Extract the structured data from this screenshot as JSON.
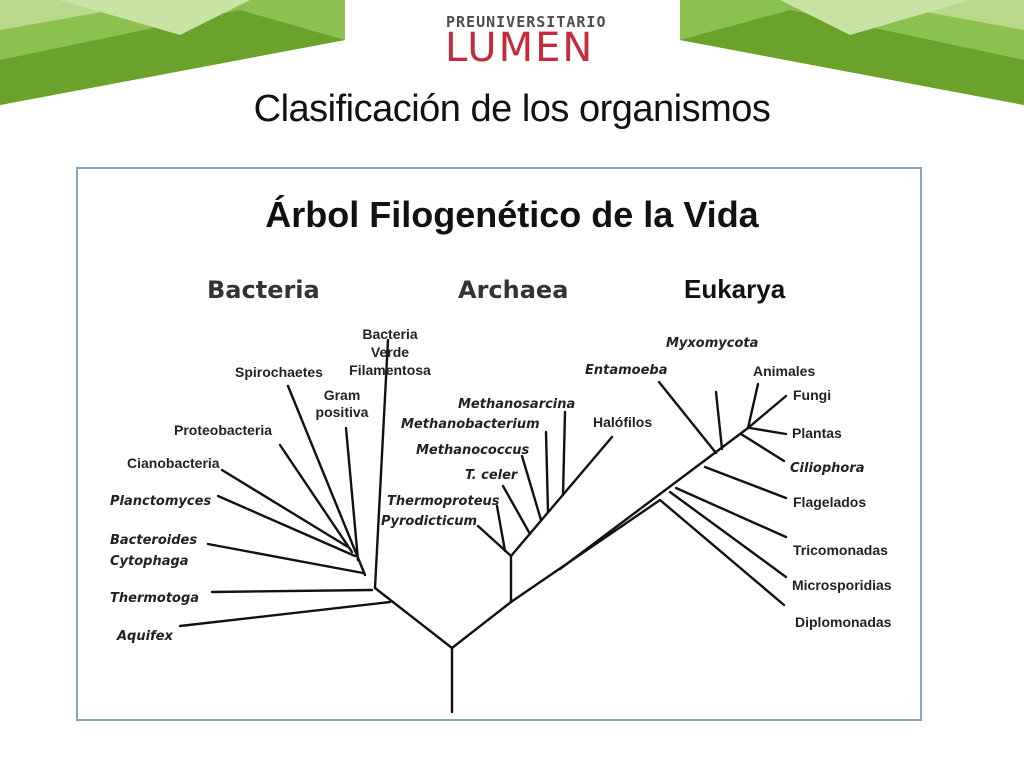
{
  "header": {
    "logo_small": "PREUNIVERSITARIO",
    "logo_main": "LUMEN",
    "slide_title": "Clasificación de los organismos"
  },
  "colors": {
    "green_dark": "#6aa22b",
    "green_light": "#b8d98a",
    "logo_red": "#c52b3a",
    "frame_border": "#8aa4be"
  },
  "diagram": {
    "title": "Árbol Filogenético de la Vida",
    "domains": [
      "Bacteria",
      "Archaea",
      "Eukarya"
    ],
    "bacteria": {
      "bacteria_verde_1": "Bacteria",
      "bacteria_verde_2": "Verde",
      "bacteria_verde_3": "Filamentosa",
      "spirochaetes": "Spirochaetes",
      "gram_1": "Gram",
      "gram_2": "positiva",
      "proteobacteria": "Proteobacteria",
      "cianobacteria": "Cianobacteria",
      "planctomyces": "Planctomyces",
      "bacteroides": "Bacteroides",
      "cytophaga": "Cytophaga",
      "thermotoga": "Thermotoga",
      "aquifex": "Aquifex"
    },
    "archaea": {
      "methanosarcina": "Methanosarcina",
      "methanobacterium": "Methanobacterium",
      "methanococcus": "Methanococcus",
      "t_celer": "T. celer",
      "thermoproteus": "Thermoproteus",
      "pyrodicticum": "Pyrodicticum",
      "halofilos": "Halófilos"
    },
    "eukarya": {
      "myxomycota": "Myxomycota",
      "entamoeba": "Entamoeba",
      "animales": "Animales",
      "fungi": "Fungi",
      "plantas": "Plantas",
      "ciliophora": "Ciliophora",
      "flagelados": "Flagelados",
      "tricomonadas": "Tricomonadas",
      "microsporidias": "Microsporidias",
      "diplomonadas": "Diplomonadas"
    }
  }
}
